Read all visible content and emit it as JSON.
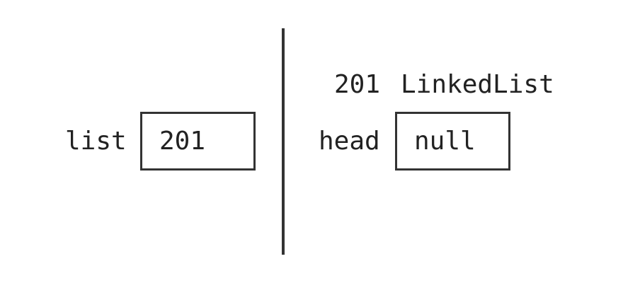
{
  "stack": {
    "variable": {
      "name": "list",
      "value": "201"
    }
  },
  "heap": {
    "object": {
      "address": "201",
      "type": "LinkedList",
      "fields": [
        {
          "name": "head",
          "value": "null"
        }
      ]
    }
  },
  "colors": {
    "line": "#333333",
    "text": "#222222",
    "background": "#ffffff"
  }
}
